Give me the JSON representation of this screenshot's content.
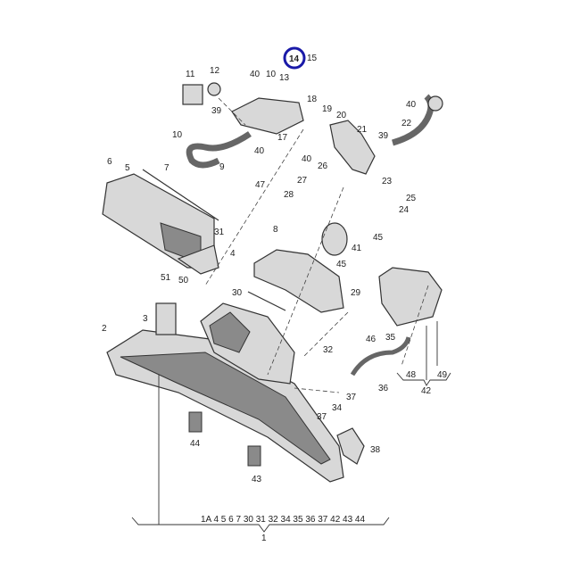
{
  "diagram": {
    "highlight_color": "#1a1aa8",
    "highlighted_part": "14",
    "callouts": [
      "14",
      "15",
      "11",
      "12",
      "40",
      "10",
      "13",
      "18",
      "19",
      "20",
      "21",
      "39",
      "22",
      "40",
      "17",
      "39",
      "40",
      "9",
      "10",
      "47",
      "6",
      "5",
      "7",
      "40",
      "26",
      "27",
      "28",
      "23",
      "25",
      "24",
      "31",
      "4",
      "8",
      "41",
      "45",
      "45",
      "51",
      "50",
      "30",
      "29",
      "3",
      "2",
      "32",
      "46",
      "35",
      "36",
      "48",
      "49",
      "42",
      "37",
      "34",
      "37",
      "44",
      "43",
      "38"
    ],
    "assembly_contents": "1A 4 5 6 7 30 31 32 34 35 36 37 42 43 44",
    "assembly_number": "1"
  }
}
